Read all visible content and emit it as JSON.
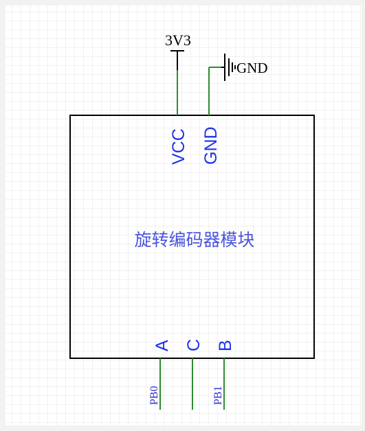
{
  "schematic": {
    "module_label": "旋转编码器模块",
    "power": {
      "vcc_net": "3V3",
      "gnd_net": "GND"
    },
    "pins": {
      "vcc": "VCC",
      "gnd": "GND",
      "a": "A",
      "c": "C",
      "b": "B"
    },
    "nets": {
      "a": "PB0",
      "b": "PB1"
    },
    "colors": {
      "wire": "#2e8b2e",
      "pin_text": "#1f33e6",
      "module_text": "#4a55dd",
      "net_label": "#2a2ad0",
      "outline": "#000000",
      "grid": "#e6e6e6",
      "background": "#f0f0f0"
    }
  }
}
